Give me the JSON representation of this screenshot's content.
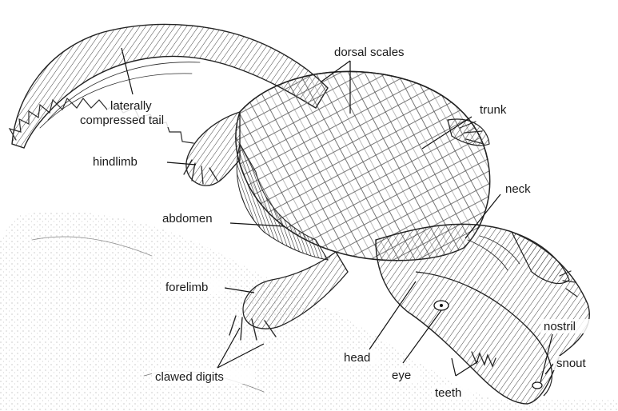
{
  "diagram": {
    "labels": {
      "dorsal_scales": "dorsal scales",
      "trunk": "trunk",
      "laterally_compressed_tail_1": "laterally",
      "laterally_compressed_tail_2": "compressed tail",
      "hindlimb": "hindlimb",
      "neck": "neck",
      "abdomen": "abdomen",
      "forelimb": "forelimb",
      "head": "head",
      "eye": "eye",
      "nostril": "nostril",
      "snout": "snout",
      "clawed_digits": "clawed digits",
      "teeth": "teeth"
    }
  }
}
